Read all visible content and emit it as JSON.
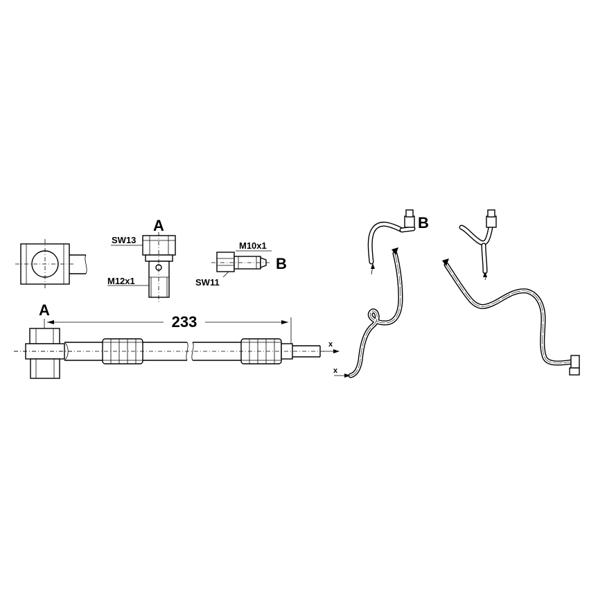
{
  "labels": {
    "view_a_title": "A",
    "view_b_title": "B",
    "hose_end_a": "A",
    "route_b_marker": "B",
    "sw13": "SW13",
    "m12x1": "M12x1",
    "m10x1": "M10x1",
    "sw11": "SW11",
    "length": "233",
    "x_hose": "x",
    "x_route": "x"
  },
  "icons": {
    "arrowhead": "arrowhead-icon",
    "hex_nut": "hex-nut-icon",
    "banjo_eye": "banjo-eye-icon"
  },
  "colors": {
    "ink": "#000000",
    "paper": "#ffffff"
  }
}
